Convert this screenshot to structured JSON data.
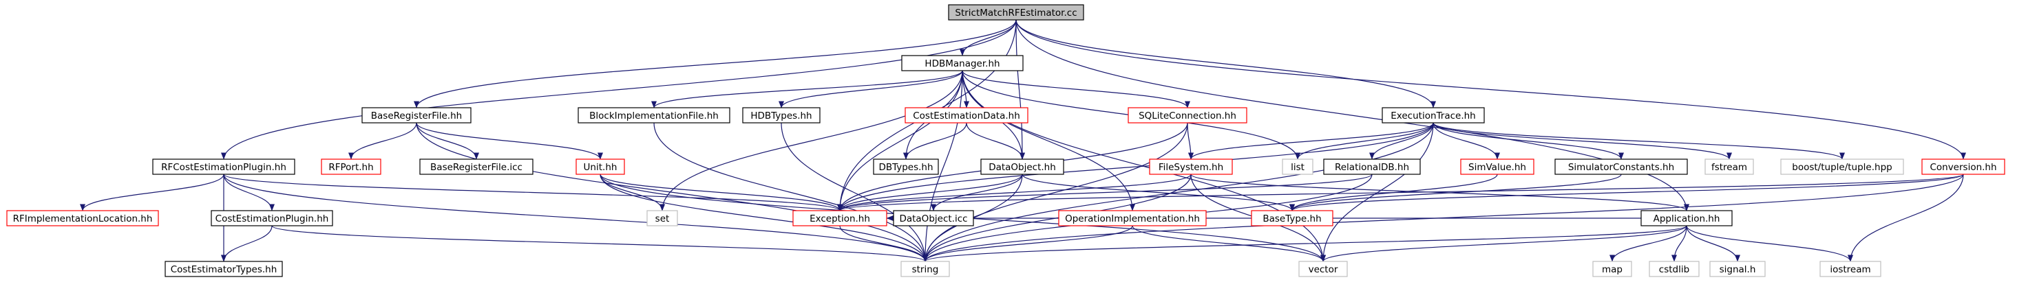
{
  "graph": {
    "nodes": [
      {
        "id": "root",
        "label": "StrictMatchRFEstimator.cc",
        "style": "root"
      },
      {
        "id": "hdbmanager",
        "label": "HDBManager.hh",
        "style": "normal"
      },
      {
        "id": "baseregfile",
        "label": "BaseRegisterFile.hh",
        "style": "normal"
      },
      {
        "id": "rfcostplugin",
        "label": "RFCostEstimationPlugin.hh",
        "style": "normal"
      },
      {
        "id": "executiontrace",
        "label": "ExecutionTrace.hh",
        "style": "normal"
      },
      {
        "id": "conversion",
        "label": "Conversion.hh",
        "style": "missing"
      },
      {
        "id": "application",
        "label": "Application.hh",
        "style": "normal"
      },
      {
        "id": "rfport",
        "label": "RFPort.hh",
        "style": "missing"
      },
      {
        "id": "baseregfileicc",
        "label": "BaseRegisterFile.icc",
        "style": "normal"
      },
      {
        "id": "unit",
        "label": "Unit.hh",
        "style": "missing"
      },
      {
        "id": "blockimplfile",
        "label": "BlockImplementationFile.hh",
        "style": "normal"
      },
      {
        "id": "hdbtypes",
        "label": "HDBTypes.hh",
        "style": "normal"
      },
      {
        "id": "costestdata",
        "label": "CostEstimationData.hh",
        "style": "missing"
      },
      {
        "id": "sqliteconn",
        "label": "SQLiteConnection.hh",
        "style": "missing"
      },
      {
        "id": "dbtypes",
        "label": "DBTypes.hh",
        "style": "normal"
      },
      {
        "id": "dataobject",
        "label": "DataObject.hh",
        "style": "normal"
      },
      {
        "id": "dataobjecticc",
        "label": "DataObject.icc",
        "style": "normal"
      },
      {
        "id": "filesystem",
        "label": "FileSystem.hh",
        "style": "missing"
      },
      {
        "id": "list",
        "label": "list",
        "style": "system"
      },
      {
        "id": "relationaldb",
        "label": "RelationalDB.hh",
        "style": "normal"
      },
      {
        "id": "simvalue",
        "label": "SimValue.hh",
        "style": "missing"
      },
      {
        "id": "simconstants",
        "label": "SimulatorConstants.hh",
        "style": "normal"
      },
      {
        "id": "fstream",
        "label": "fstream",
        "style": "system"
      },
      {
        "id": "tuple",
        "label": "boost/tuple/tuple.hpp",
        "style": "system"
      },
      {
        "id": "rfimplloc",
        "label": "RFImplementationLocation.hh",
        "style": "missing"
      },
      {
        "id": "costestplugin",
        "label": "CostEstimationPlugin.hh",
        "style": "normal"
      },
      {
        "id": "costesttypes",
        "label": "CostEstimatorTypes.hh",
        "style": "normal"
      },
      {
        "id": "set",
        "label": "set",
        "style": "system"
      },
      {
        "id": "exception",
        "label": "Exception.hh",
        "style": "missing"
      },
      {
        "id": "opimpl",
        "label": "OperationImplementation.hh",
        "style": "missing"
      },
      {
        "id": "basetype",
        "label": "BaseType.hh",
        "style": "missing"
      },
      {
        "id": "string",
        "label": "string",
        "style": "system"
      },
      {
        "id": "vector",
        "label": "vector",
        "style": "system"
      },
      {
        "id": "map",
        "label": "map",
        "style": "system"
      },
      {
        "id": "cstdlib",
        "label": "cstdlib",
        "style": "system"
      },
      {
        "id": "signalh",
        "label": "signal.h",
        "style": "system"
      },
      {
        "id": "iostream",
        "label": "iostream",
        "style": "system"
      }
    ],
    "edges": [
      [
        "root",
        "hdbmanager"
      ],
      [
        "root",
        "baseregfile"
      ],
      [
        "root",
        "rfcostplugin"
      ],
      [
        "root",
        "executiontrace"
      ],
      [
        "root",
        "conversion"
      ],
      [
        "root",
        "application"
      ],
      [
        "root",
        "dataobject"
      ],
      [
        "root",
        "exception"
      ],
      [
        "hdbmanager",
        "list"
      ],
      [
        "hdbmanager",
        "blockimplfile"
      ],
      [
        "hdbmanager",
        "hdbtypes"
      ],
      [
        "hdbmanager",
        "costestdata"
      ],
      [
        "hdbmanager",
        "sqliteconn"
      ],
      [
        "hdbmanager",
        "dbtypes"
      ],
      [
        "hdbmanager",
        "dataobject"
      ],
      [
        "hdbmanager",
        "exception"
      ],
      [
        "hdbmanager",
        "set"
      ],
      [
        "hdbmanager",
        "string"
      ],
      [
        "hdbmanager",
        "vector"
      ],
      [
        "hdbmanager",
        "opimpl"
      ],
      [
        "baseregfile",
        "rfport"
      ],
      [
        "baseregfile",
        "baseregfileicc"
      ],
      [
        "baseregfile",
        "unit"
      ],
      [
        "baseregfile",
        "string"
      ],
      [
        "rfcostplugin",
        "rfimplloc"
      ],
      [
        "rfcostplugin",
        "costestplugin"
      ],
      [
        "rfcostplugin",
        "costesttypes"
      ],
      [
        "rfcostplugin",
        "exception"
      ],
      [
        "rfcostplugin",
        "string"
      ],
      [
        "executiontrace",
        "list"
      ],
      [
        "executiontrace",
        "filesystem"
      ],
      [
        "executiontrace",
        "relationaldb"
      ],
      [
        "executiontrace",
        "simvalue"
      ],
      [
        "executiontrace",
        "simconstants"
      ],
      [
        "executiontrace",
        "fstream"
      ],
      [
        "executiontrace",
        "tuple"
      ],
      [
        "executiontrace",
        "exception"
      ],
      [
        "executiontrace",
        "string"
      ],
      [
        "executiontrace",
        "vector"
      ],
      [
        "conversion",
        "basetype"
      ],
      [
        "conversion",
        "exception"
      ],
      [
        "conversion",
        "iostream"
      ],
      [
        "conversion",
        "string"
      ],
      [
        "application",
        "map"
      ],
      [
        "application",
        "cstdlib"
      ],
      [
        "application",
        "signalh"
      ],
      [
        "application",
        "iostream"
      ],
      [
        "application",
        "vector"
      ],
      [
        "application",
        "string"
      ],
      [
        "application",
        "exception"
      ],
      [
        "unit",
        "set"
      ],
      [
        "unit",
        "exception"
      ],
      [
        "unit",
        "string"
      ],
      [
        "unit",
        "vector"
      ],
      [
        "blockimplfile",
        "string"
      ],
      [
        "hdbtypes",
        "string"
      ],
      [
        "costestdata",
        "dbtypes"
      ],
      [
        "costestdata",
        "dataobject"
      ],
      [
        "sqliteconn",
        "exception"
      ],
      [
        "sqliteconn",
        "filesystem"
      ],
      [
        "sqliteconn",
        "string"
      ],
      [
        "dataobject",
        "exception"
      ],
      [
        "dataobject",
        "dataobjecticc"
      ],
      [
        "dataobject",
        "string"
      ],
      [
        "dataobject",
        "basetype"
      ],
      [
        "filesystem",
        "exception"
      ],
      [
        "filesystem",
        "application"
      ],
      [
        "filesystem",
        "string"
      ],
      [
        "filesystem",
        "vector"
      ],
      [
        "relationaldb",
        "exception"
      ],
      [
        "relationaldb",
        "string"
      ],
      [
        "simvalue",
        "basetype"
      ],
      [
        "simconstants",
        "basetype"
      ],
      [
        "costestplugin",
        "costesttypes"
      ],
      [
        "costestplugin",
        "string"
      ],
      [
        "exception",
        "string"
      ],
      [
        "opimpl",
        "string"
      ],
      [
        "opimpl",
        "vector"
      ]
    ]
  },
  "colors": {
    "edge": "#191970",
    "root_fill": "#bfbfbf",
    "normal_border": "#000000",
    "missing_border": "#ff0000",
    "system_border": "#bfbfbf"
  }
}
